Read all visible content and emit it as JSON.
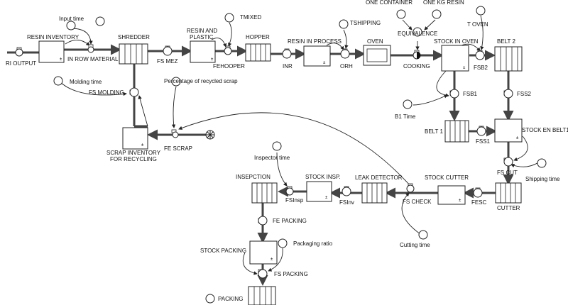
{
  "diagram": {
    "labels": {
      "input_time": "Input time",
      "resin_inventory": "RESIN INVENTORY",
      "shredder": "SHREDDER",
      "resin_and_plastic_1": "RESIN AND",
      "resin_and_plastic_2": "PLASTIC",
      "tmixed": "TMIXED",
      "hopper": "HOPPER",
      "resin_in_process": "RESIN IN PROCESS",
      "tshipping": "TSHIPPING",
      "one_container": "ONE CONTAINER",
      "one_kg_resin": "ONE KG RESIN",
      "equivalence": "EQUIVALENCE",
      "t_oven": "T OVEN",
      "oven": "OVEN",
      "stock_in_oven": "STOCK IN OVEN",
      "belt2": "BELT 2",
      "ri_output": "RI OUTPUT",
      "in_row_material": "IN ROW MATERIAL",
      "fs_mez": "FS MEZ",
      "fehooper": "FEHOOPER",
      "inr": "INR",
      "orh": "ORH",
      "cooking": "COOKING",
      "fsb2": "FSB2",
      "molding_time": "Molding time",
      "fs_molding": "FS MOLDING",
      "pct_recycled_scrap": "Percentage of recycled scrap",
      "fsb1": "FSB1",
      "fss2": "FSS2",
      "b1_time": "B1 Time",
      "belt1": "BELT 1",
      "stock_en_belt1": "STOCK EN BELT1",
      "fss1": "FSS1",
      "scrap_inv_1": "SCRAP INVENTORY",
      "scrap_inv_2": "FOR RECYCLING",
      "fe_scrap": "FE SCRAP",
      "fs_cut": "FS CUT",
      "shipping_time": "Shipping time",
      "inspector_time": "Inspector time",
      "insepction": "INSEPCTION",
      "stock_insp": "STOCK INSP.",
      "leak_detector": "LEAK DETECTOR",
      "stock_cutter": "STOCK CUTTER",
      "fsinsp": "FSInsp",
      "fsinv": "FSInv",
      "fs_check": "FS CHECK",
      "fesc": "FESC",
      "cutter": "CUTTER",
      "fe_packing": "FE PACKING",
      "cutting_time": "Cutting time",
      "stock_packing": "STOCK PACKING",
      "packaging_ratio": "Packaging ratio",
      "fs_packing": "FS PACKING",
      "packing": "PACKING"
    }
  }
}
